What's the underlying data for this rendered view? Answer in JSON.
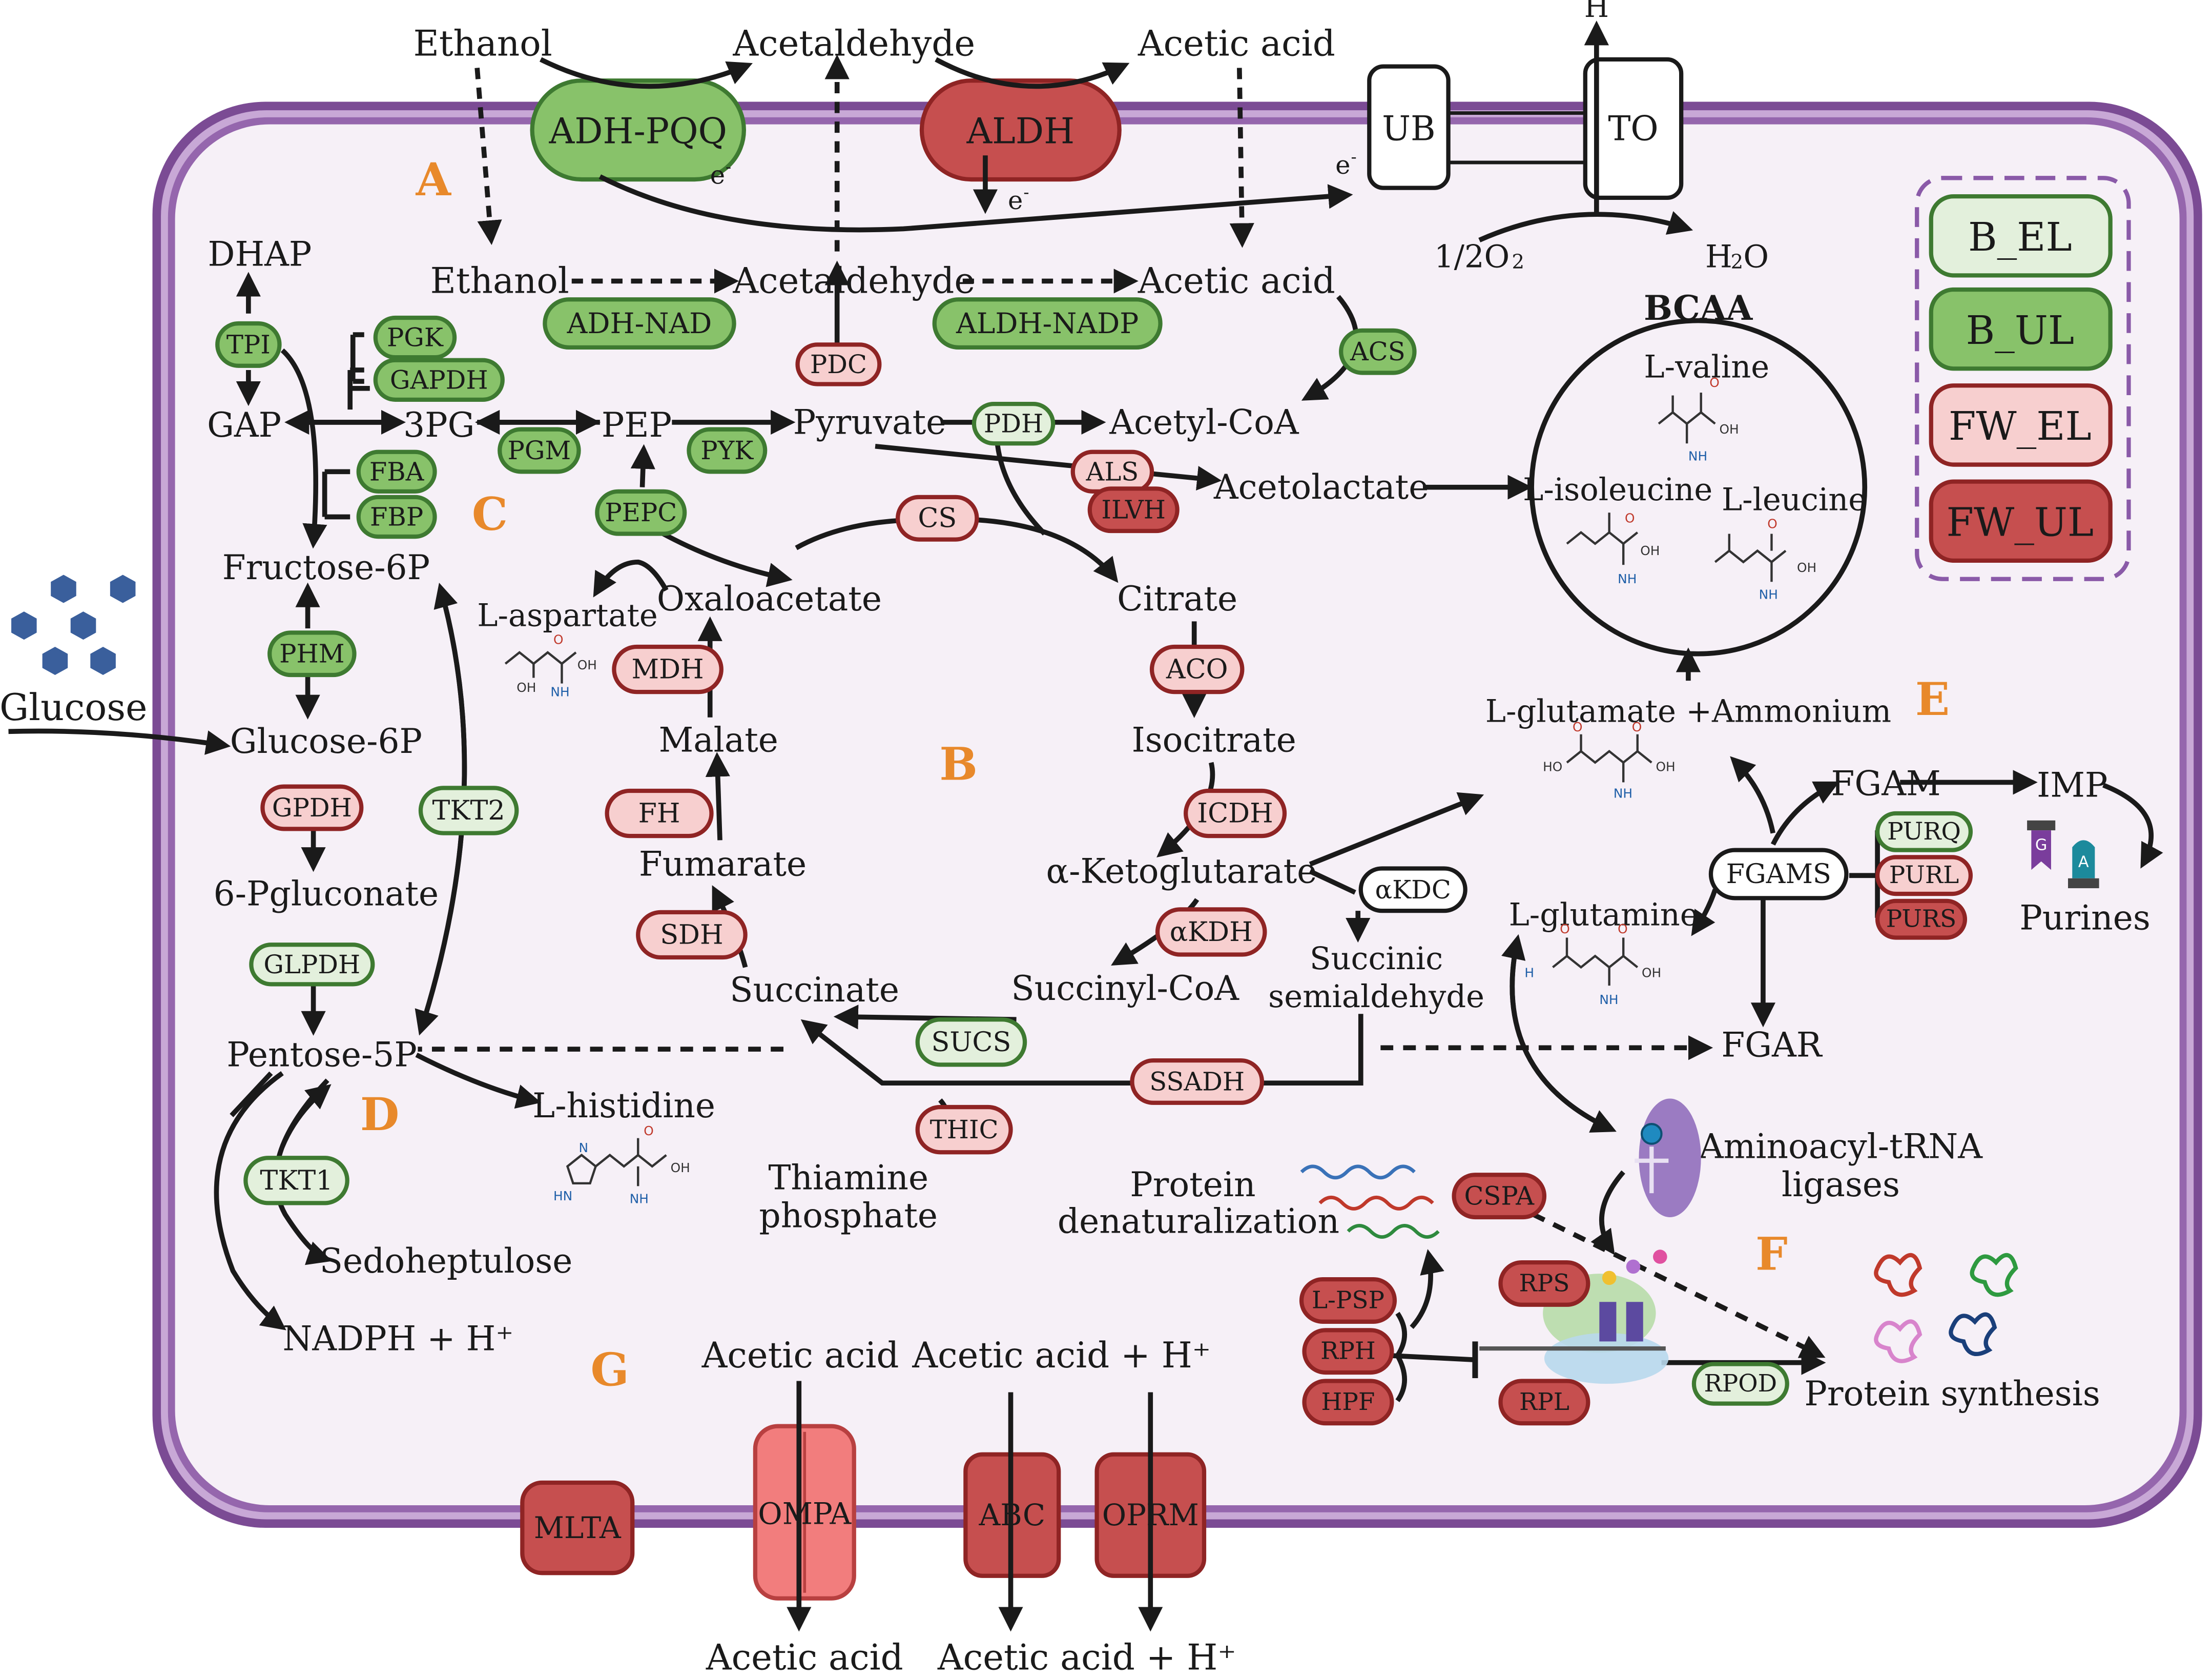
{
  "colors": {
    "b_el": "#e3f0dc",
    "b_ul": "#88c26a",
    "fw_el": "#f7cfcf",
    "fw_ul": "#c64f4f",
    "green_border": "#3e7a31",
    "red_border": "#8f2424",
    "membrane": "#7b4b94",
    "cell_fill": "#f6f0f7",
    "section_letter": "#e8892b",
    "glucose": "#3a5f9c"
  },
  "legend": [
    "B_EL",
    "B_UL",
    "FW_EL",
    "FW_UL"
  ],
  "sections": [
    "A",
    "B",
    "C",
    "D",
    "E",
    "F",
    "G"
  ],
  "outside": {
    "ethanol": "Ethanol",
    "acetaldehyde": "Acetaldehyde",
    "acetic_acid": "Acetic acid",
    "h_plus_top": "H",
    "glucose": "Glucose",
    "acetic_acid_out1": "Acetic acid",
    "acetic_acid_out2": "Acetic acid + H⁺"
  },
  "membrane_proteins": {
    "adh_pqq": "ADH-PQQ",
    "aldh": "ALDH",
    "ub": "UB",
    "to": "TO",
    "mlta": "MLTA",
    "ompa": "OMPA",
    "abc": "ABC",
    "oprm": "OPRM"
  },
  "electron": "e",
  "metabolites": {
    "ethanol_in": "Ethanol",
    "acetaldehyde_in": "Acetaldehyde",
    "acetic_acid_in": "Acetic acid",
    "half_o2": "1/2O",
    "water": "H",
    "dhap": "DHAP",
    "gap": "GAP",
    "three_pg": "3PG",
    "pep": "PEP",
    "pyruvate": "Pyruvate",
    "acetyl_coa": "Acetyl-CoA",
    "acetolactate": "Acetolactate",
    "fructose_6p": "Fructose-6P",
    "glucose_6p": "Glucose-6P",
    "pgluconate": "6-Pgluconate",
    "pentose_5p": "Pentose-5P",
    "l_histidine": "L-histidine",
    "sedoheptulose": "Sedoheptulose",
    "nadph": "NADPH + H⁺",
    "l_aspartate": "L-aspartate",
    "oxaloacetate": "Oxaloacetate",
    "citrate": "Citrate",
    "isocitrate": "Isocitrate",
    "a_ketoglutarate": "α-Ketoglutarate",
    "succinyl_coa": "Succinyl-CoA",
    "succinate": "Succinate",
    "fumarate": "Fumarate",
    "malate": "Malate",
    "succinic_semialdehyde_1": "Succinic",
    "succinic_semialdehyde_2": "semialdehyde",
    "thiamine_1": "Thiamine",
    "thiamine_2": "phosphate",
    "bcaa": "BCAA",
    "l_valine": "L-valine",
    "l_isoleucine": "L-isoleucine",
    "l_leucine": "L-leucine",
    "glutamate_ammonium": "L-glutamate +Ammonium",
    "l_glutamine": "L-glutamine",
    "fgam": "FGAM",
    "imp": "IMP",
    "purines": "Purines",
    "fgar": "FGAR",
    "aminoacyl_1": "Aminoacyl-tRNA",
    "aminoacyl_2": "ligases",
    "protein_denat_1": "Protein",
    "protein_denat_2": "denaturalization",
    "protein_synthesis": "Protein synthesis",
    "acetic_acid_g1": "Acetic acid",
    "acetic_acid_g2": "Acetic acid + H⁺"
  },
  "enzymes": {
    "adh_nad": "ADH-NAD",
    "aldh_nadp": "ALDH-NADP",
    "acs": "ACS",
    "pdc": "PDC",
    "tpi": "TPI",
    "pgk": "PGK",
    "gapdh": "GAPDH",
    "pgm": "PGM",
    "pyk": "PYK",
    "pdh": "PDH",
    "als": "ALS",
    "ilvh": "ILVH",
    "fba": "FBA",
    "fbp": "FBP",
    "pepc": "PEPC",
    "cs": "CS",
    "phm": "PHM",
    "mdh": "MDH",
    "aco": "ACO",
    "gpdh": "GPDH",
    "tkt2": "TKT2",
    "fh": "FH",
    "icdh": "ICDH",
    "sdh": "SDH",
    "akdh": "αKDH",
    "akdc": "αKDC",
    "glpdh": "GLPDH",
    "sucs": "SUCS",
    "ssadh": "SSADH",
    "thic": "THIC",
    "tkt1": "TKT1",
    "fgams": "FGAMS",
    "purq": "PURQ",
    "purl": "PURL",
    "purs": "PURS",
    "cspa": "CSPA",
    "l_psp": "L-PSP",
    "rph": "RPH",
    "hpf": "HPF",
    "rps": "RPS",
    "rpl": "RPL",
    "rpod": "RPOD"
  },
  "chem_labels": {
    "oh": "OH",
    "nh2": "NH",
    "ho": "HO",
    "o": "O",
    "h2n": "H",
    "n": "N",
    "hn": "HN",
    "g": "G",
    "a": "A"
  }
}
